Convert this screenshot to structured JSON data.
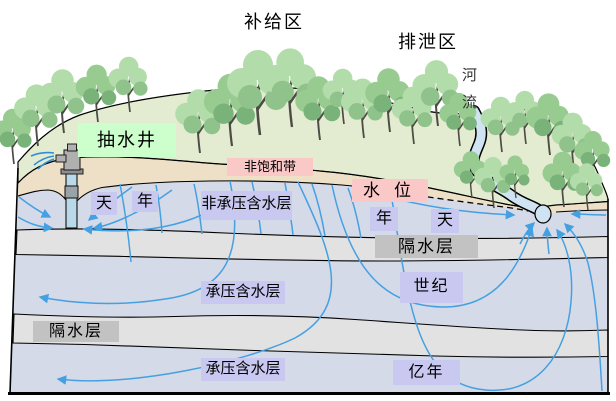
{
  "labels": {
    "recharge_zone": "补给区",
    "discharge_zone": "排泄区",
    "river": "河流",
    "pumping_well": "抽水井",
    "unsaturated_zone": "非饱和带",
    "water_table": "水位",
    "day_left": "天",
    "year_left": "年",
    "unconfined_aquifer": "非承压含水层",
    "year_right": "年",
    "day_right": "天",
    "aquitard_upper": "隔水层",
    "century": "世纪",
    "confined_aquifer_upper": "承压含水层",
    "aquitard_lower": "隔水层",
    "confined_aquifer_lower": "承压含水层",
    "hundred_million_years": "亿年"
  },
  "colors": {
    "surface_green": "#e3ebd1",
    "vadose_tan": "#eee0c6",
    "aquifer_blue": "#d5dae8",
    "aquitard_gray": "#e2e2e2",
    "flow_line_blue": "#45a0e2",
    "river_blue": "#cfe3f2",
    "well_label_bg": "#ccffcc",
    "pink_label_bg": "#fbc8c8",
    "purple_label_bg": "#c8c8f0",
    "gray_label_bg": "#c2c2c2"
  }
}
